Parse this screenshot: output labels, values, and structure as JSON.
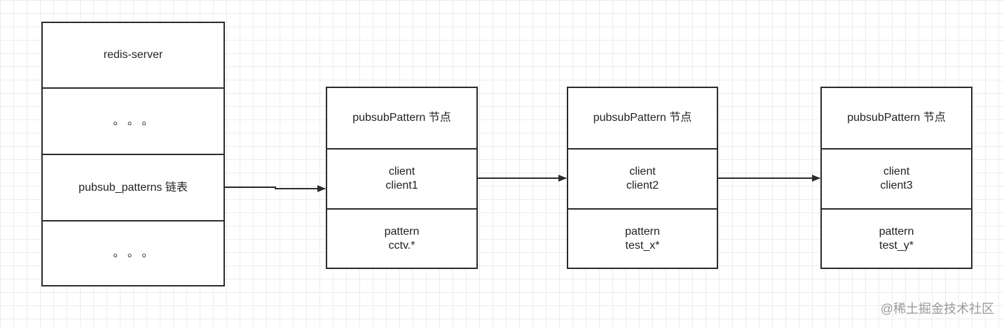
{
  "server_column": {
    "rows": [
      "redis-server",
      "。 。 。",
      "pubsub_patterns 链表",
      "。 。 。"
    ]
  },
  "nodes": [
    {
      "title": "pubsubPattern 节点",
      "client_label": "client",
      "client_value": "client1",
      "pattern_label": "pattern",
      "pattern_value": "cctv.*"
    },
    {
      "title": "pubsubPattern 节点",
      "client_label": "client",
      "client_value": "client2",
      "pattern_label": "pattern",
      "pattern_value": "test_x*"
    },
    {
      "title": "pubsubPattern 节点",
      "client_label": "client",
      "client_value": "client3",
      "pattern_label": "pattern",
      "pattern_value": "test_y*"
    }
  ],
  "watermark": "@稀土掘金技术社区",
  "colors": {
    "stroke": "#2b2b2b",
    "grid": "#ececec"
  }
}
